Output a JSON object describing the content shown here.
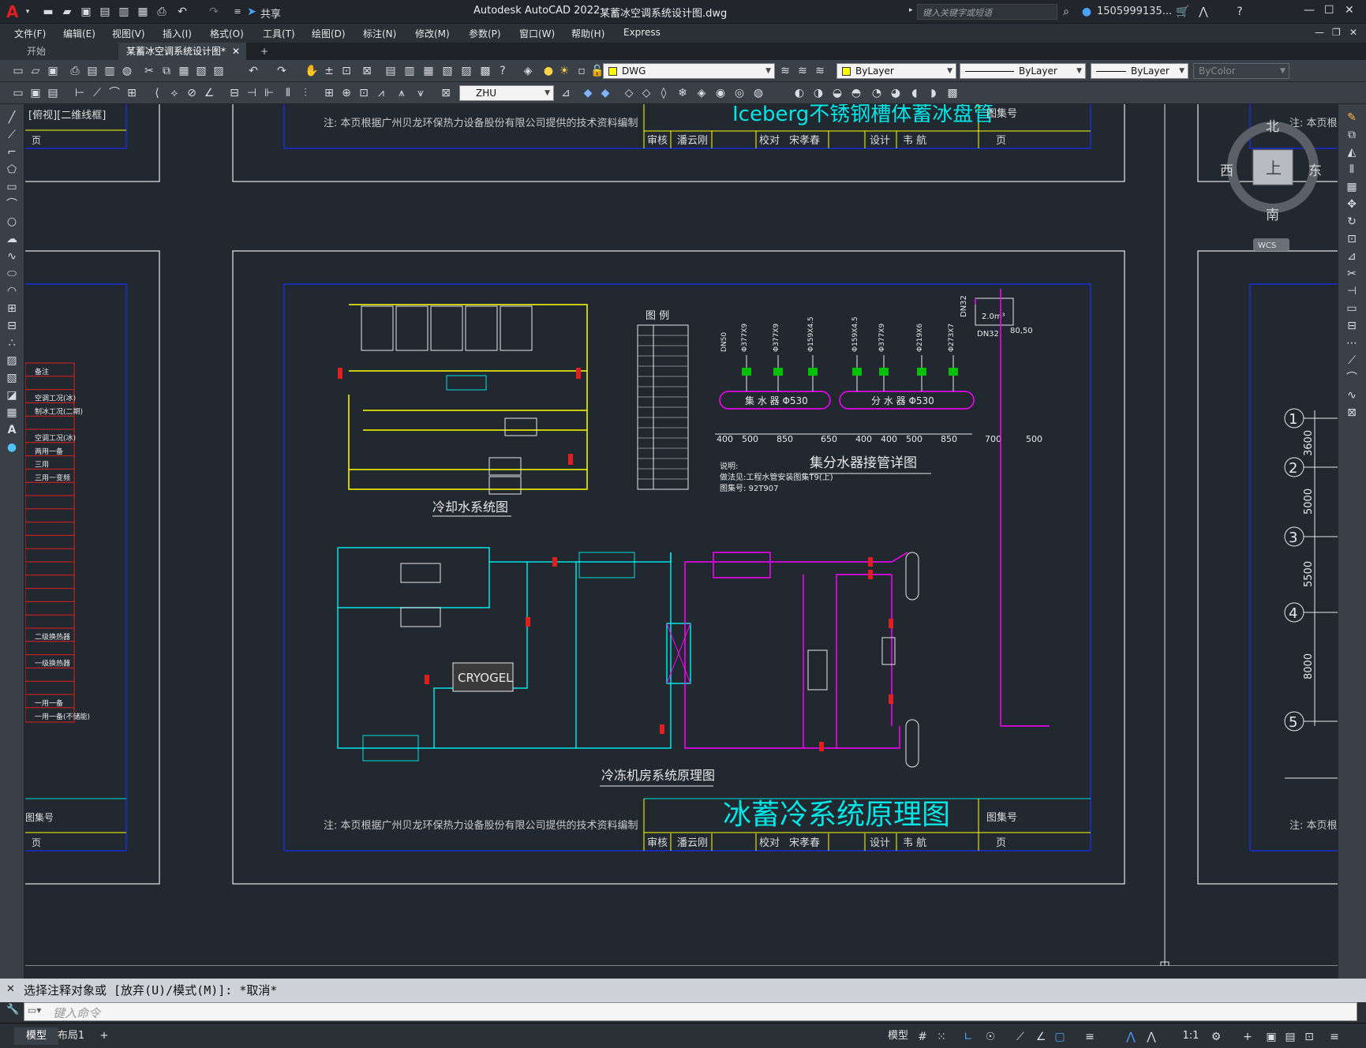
{
  "app": {
    "logo": "A",
    "title": "Autodesk AutoCAD 2022",
    "document": "某蓄冰空调系统设计图.dwg",
    "share_label": "共享",
    "search_placeholder": "键入关键字或短语",
    "user": "1505999135...",
    "window_buttons": [
      "—",
      "☐",
      "✕"
    ]
  },
  "menu": [
    "文件(F)",
    "编辑(E)",
    "视图(V)",
    "插入(I)",
    "格式(O)",
    "工具(T)",
    "绘图(D)",
    "标注(N)",
    "修改(M)",
    "参数(P)",
    "窗口(W)",
    "帮助(H)",
    "Express"
  ],
  "tabs": {
    "start": "开始",
    "active": "某蓄冰空调系统设计图*",
    "plus": "+"
  },
  "toolbar": {
    "layer": "DWG",
    "color": "ByLayer",
    "linetype": "ByLayer",
    "lineweight": "ByLayer",
    "plotstyle": "ByColor",
    "textstyle": "ZHU",
    "color_accent": "#ffff00"
  },
  "viewport_label": "[俯视][二维线框]",
  "viewcube": {
    "north": "北",
    "south": "南",
    "east": "东",
    "west": "西",
    "top": "上",
    "wcs": "WCS"
  },
  "drawing": {
    "note": "注: 本页根据广州贝龙环保热力设备股份有限公司提供的技术资料编制",
    "note_short": "注: 本页根",
    "top_title": "Iceberg不锈钢槽体蓄冰盘管",
    "main_title": "冰蓄冷系统原理图",
    "atlas_label": "图集号",
    "page_label": "页",
    "sign_row": [
      "审核",
      "潘云刚",
      "校对",
      "宋孝春",
      "设计",
      "韦 航"
    ],
    "legend_title": "图 例",
    "cooling_title": "冷却水系统图",
    "collector_title": "集分水器接管详图",
    "chiller_title": "冷冻机房系统原理图",
    "collector_labels": [
      "集 水 器 Φ530",
      "分 水 器 Φ530"
    ],
    "collector_dims": [
      "400",
      "500",
      "850",
      "650",
      "400",
      "400",
      "500",
      "850",
      "700",
      "500"
    ],
    "collector_notes": [
      "说明:",
      "做法见:工程水管安装图集T9(上)",
      "图集号: 92T907"
    ],
    "pipe_sizes": [
      "DN50",
      "Φ377X9",
      "Φ377X9",
      "Φ159X4.5",
      "Φ159X4.5",
      "Φ377X9",
      "Φ219X6",
      "Φ273X7"
    ],
    "tank_label": "2.0m³",
    "tank_dims": [
      "DN32",
      "DN32",
      "80,50"
    ],
    "cryogel": "CRYOGEL",
    "left_table": [
      "备注",
      "空调工况(冰)",
      "制冰工况(二期)",
      "空调工况(冰)",
      "两用一备",
      "三用",
      "三用一变频",
      "二级换热器",
      "一级换热器",
      "一用一备",
      "一用一备(不储能)"
    ],
    "axis_labels": [
      "1",
      "2",
      "3",
      "4",
      "5"
    ],
    "axis_dims": [
      "3600",
      "5000",
      "5500",
      "8000"
    ]
  },
  "command": {
    "history": "选择注释对象或 [放弃(U)/模式(M)]: *取消*",
    "placeholder": "键入命令"
  },
  "layout_tabs": [
    "模型",
    "布局1",
    "+"
  ],
  "status": {
    "model": "模型",
    "scale": "1:1"
  }
}
